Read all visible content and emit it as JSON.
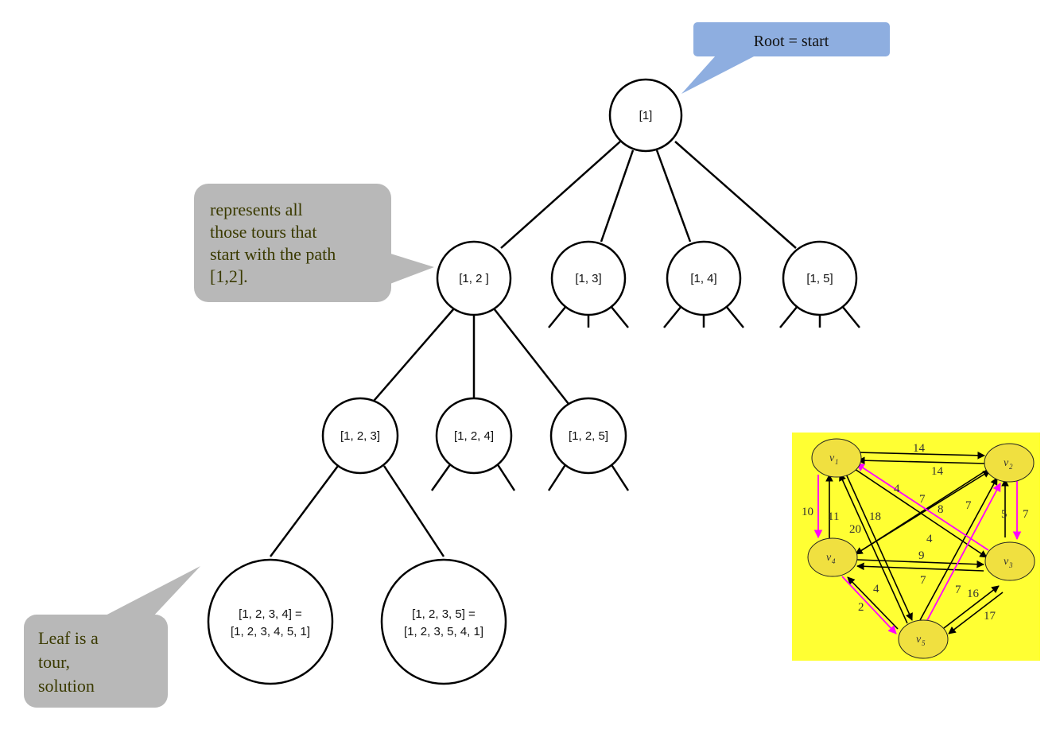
{
  "callouts": {
    "root": "Root = start",
    "internal": [
      "represents all",
      "those tours that",
      "start with the path",
      "[1,2]."
    ],
    "leaf": [
      "Leaf is a",
      "tour,",
      "solution"
    ]
  },
  "tree": {
    "nodes": {
      "n1": [
        "[1]"
      ],
      "n12": [
        "[1, 2 ]"
      ],
      "n13": [
        "[1, 3]"
      ],
      "n14": [
        "[1, 4]"
      ],
      "n15": [
        "[1, 5]"
      ],
      "n123": [
        "[1, 2, 3]"
      ],
      "n124": [
        "[1, 2, 4]"
      ],
      "n125": [
        "[1, 2, 5]"
      ],
      "n1234": [
        "[1, 2, 3, 4] =",
        "[1, 2, 3, 4, 5, 1]"
      ],
      "n1235": [
        "[1, 2, 3, 5] =",
        "[1, 2, 3, 5, 4, 1]"
      ]
    }
  },
  "graph": {
    "background": "#ffff33",
    "node_fill": "#f0e040",
    "highlight_color": "#ff00ff",
    "vertices": {
      "v1": {
        "letter": "v",
        "sub": "1"
      },
      "v2": {
        "letter": "v",
        "sub": "2"
      },
      "v3": {
        "letter": "v",
        "sub": "3"
      },
      "v4": {
        "letter": "v",
        "sub": "4"
      },
      "v5": {
        "letter": "v",
        "sub": "5"
      }
    },
    "weights": {
      "w1": "14",
      "w2": "14",
      "w3": "4",
      "w4": "7",
      "w5": "8",
      "w6": "7",
      "w7": "5",
      "w8": "7",
      "w9": "10",
      "w10": "11",
      "w11": "20",
      "w12": "18",
      "w13": "4",
      "w14": "9",
      "w15": "7",
      "w16": "7",
      "w17": "16",
      "w18": "17",
      "w19": "4",
      "w20": "2"
    }
  }
}
